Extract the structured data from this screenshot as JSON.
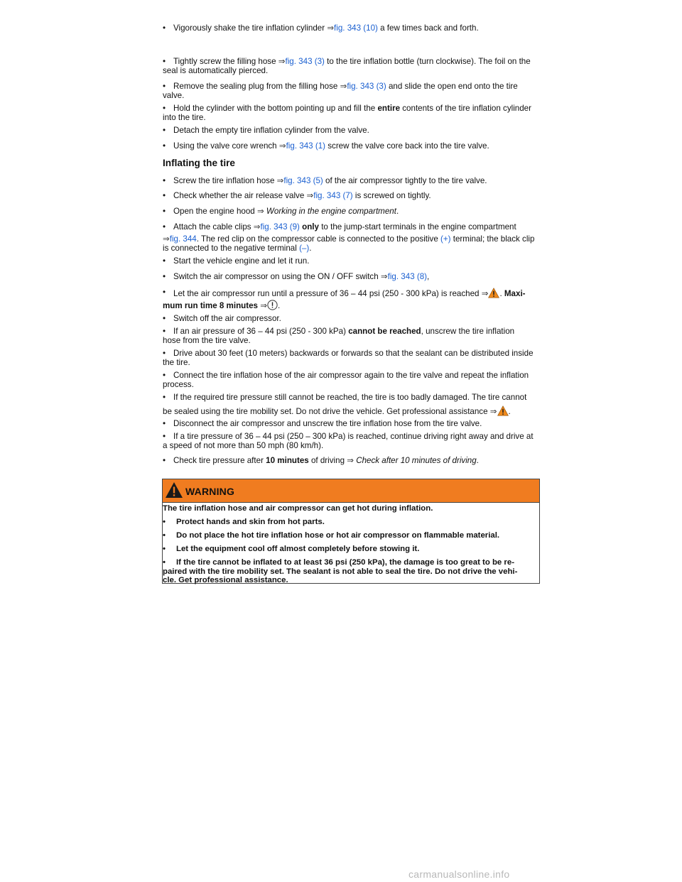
{
  "steps_top": [
    {
      "pre": "Vigorously shake the tire inflation cylinder ",
      "arrow": "⇒",
      "link": "fig. 343 (10)",
      "post": " a few times back and forth."
    },
    {
      "pre": "Tightly screw the filling hose ",
      "arrow": "⇒",
      "link": "fig. 343 (3)",
      "post": " to the tire inflation bottle (turn clockwise). The foil on the",
      "line2": "seal is automatically pierced."
    },
    {
      "pre": "Remove the sealing plug from the filling hose  ",
      "arrow": "⇒",
      "link": "fig. 343 (3)",
      "post": " and slide the open end onto the tire",
      "line2": "valve."
    },
    {
      "pre": "Hold the cylinder with the bottom pointing up and fill the ",
      "bold": "entire",
      "post": " contents of the tire inflation cylinder",
      "line2": "into the tire."
    },
    {
      "pre": "Detach the empty tire inflation cylinder from the valve."
    },
    {
      "pre": "Using the valve core wrench ",
      "arrow": "⇒",
      "link": "fig. 343 (1)",
      "post": " screw the valve core back into the tire valve."
    }
  ],
  "heading": "Inflating the tire",
  "steps": {
    "s1": {
      "pre": "Screw the tire inflation hose ",
      "arrow": "⇒",
      "link": "fig. 343 (5)",
      "post": " of the air compressor tightly to the tire valve."
    },
    "s2": {
      "pre": "Check whether the air release valve  ",
      "arrow": "⇒",
      "link": "fig. 343 (7)",
      "post": " is screwed on tightly."
    },
    "s3": {
      "pre": "Open the engine hood ",
      "arrow": "⇒",
      "italic": " Working in the engine compartment",
      "post": "."
    },
    "s4": {
      "pre": "Attach the cable clips ",
      "arrow": "⇒",
      "link": "fig. 343 (9)",
      "bold": " only",
      "post": " to the jump-start terminals in the engine compartment",
      "l2_arrow": "⇒",
      "l2_link": "fig. 344",
      "l2_post": ". The red clip on the compressor cable is connected to the positive ",
      "l2_plus": "(+)",
      "l2_post2": " terminal; the black clip",
      "l3_pre": "is connected to the negative terminal ",
      "l3_minus": "(–)",
      "l3_post": "."
    },
    "s5": {
      "pre": "Start the vehicle engine and let it run."
    },
    "s6": {
      "pre": "Switch the air compressor on using the ON / OFF switch ",
      "arrow": "⇒",
      "link": "fig. 343 (8)",
      "post": ","
    },
    "s7": {
      "pre": "Let the air compressor run until a pressure of 36 – 44 psi (250 - 300 kPa) is reached ",
      "arrow": "⇒",
      "post": ". ",
      "bold": "Maxi-",
      "l2_bold": "mum run time 8 minutes",
      "l2_arrow": " ⇒",
      "l2_post": "."
    },
    "s8": {
      "pre": "Switch off the air compressor."
    },
    "s9": {
      "pre": "If an air pressure of 36 – 44 psi (250 - 300 kPa) ",
      "bold": "cannot be reached",
      "post": ", unscrew the tire inflation",
      "line2": "hose from the tire valve."
    },
    "s10": {
      "pre": "Drive about 30 feet (10 meters) backwards or forwards so that the sealant can be distributed inside",
      "line2": "the tire."
    },
    "s11": {
      "pre": "Connect the tire inflation hose of the air compressor again to the tire valve and repeat the inflation",
      "line2": "process."
    },
    "s12": {
      "pre": "If the required tire pressure still cannot be reached, the tire is too badly damaged. The tire cannot",
      "line2": "be sealed using the tire mobility set. Do not drive the vehicle. Get professional assistance ",
      "l2_arrow": "⇒",
      "l2_post": "."
    },
    "s13": {
      "pre": "Disconnect the air compressor and unscrew the tire inflation hose from the tire valve."
    },
    "s14": {
      "pre": "If a tire pressure of 36 – 44 psi (250 – 300 kPa) is reached, continue driving right away and drive at",
      "line2": "a speed of not more than 50 mph (80 km/h)."
    },
    "s15": {
      "pre": "Check tire pressure after ",
      "bold": "10 minutes",
      "post": " of driving ",
      "arrow": "⇒",
      "italic": "  Check after 10 minutes of driving",
      "post2": "."
    }
  },
  "warning": {
    "title": "WARNING",
    "intro": "The tire inflation hose and air compressor can get hot during inflation.",
    "items": [
      "Protect hands and skin from hot parts.",
      "Do not place the hot tire inflation hose or hot air compressor on flammable material.",
      "Let the equipment cool off almost completely before stowing it."
    ],
    "last_l1": "If the tire cannot be inflated to at least 36 psi (250 kPa), the damage is too great to be re-",
    "last_l2": "paired with the tire mobility set. The sealant is not able to seal the tire. Do not drive the vehi-",
    "last_l3": "cle. Get professional assistance."
  },
  "bullet": "•",
  "footer": "carmanualsonline.info",
  "colors": {
    "link": "#1a5fd0",
    "warning_header": "#f07c20",
    "warning_icon": "#f08a1c"
  }
}
